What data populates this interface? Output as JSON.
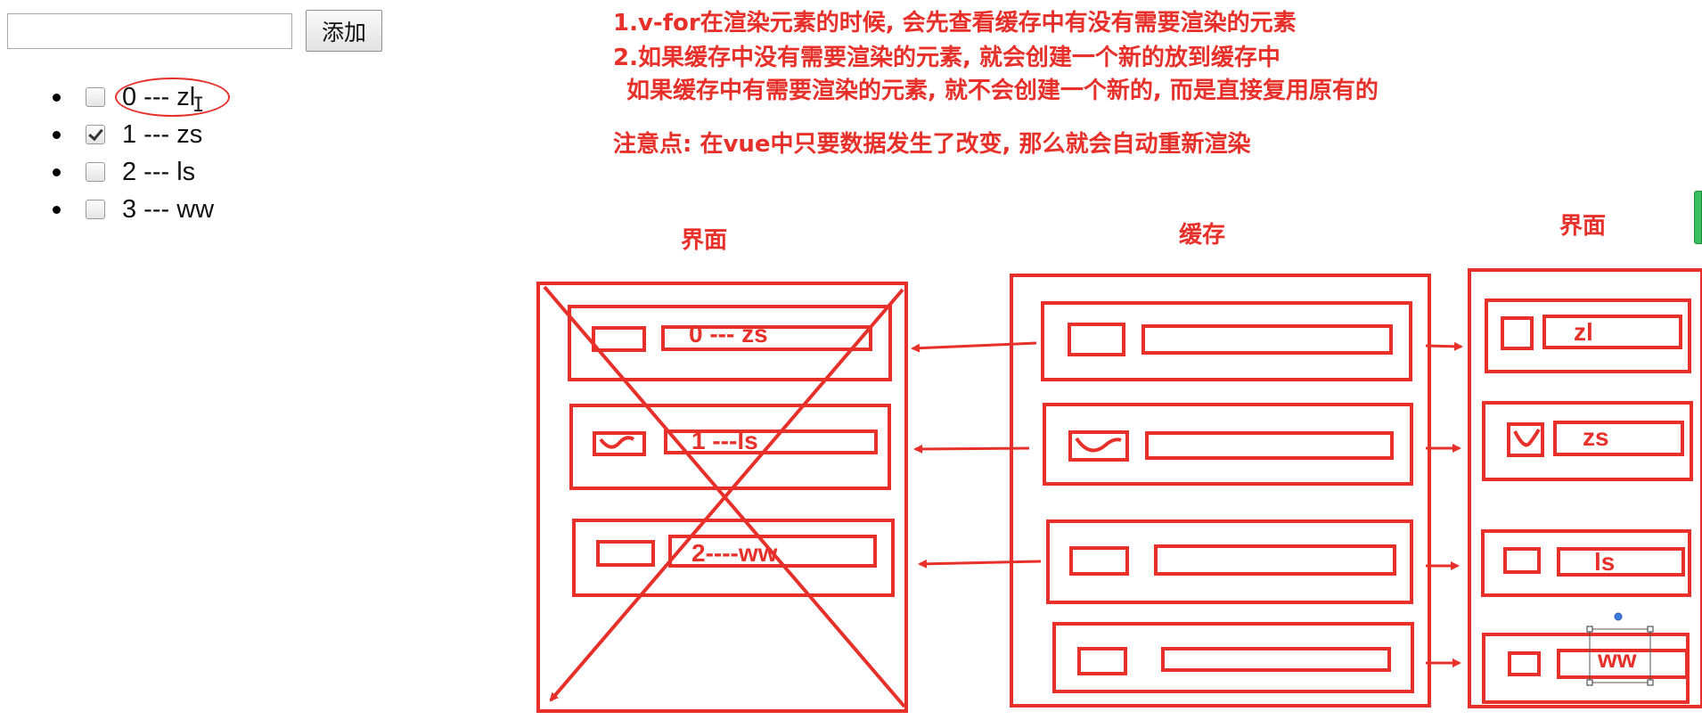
{
  "form": {
    "name_value": "",
    "add_label": "添加"
  },
  "list": {
    "items": [
      {
        "text": "0 --- zl",
        "checked": false
      },
      {
        "text": "1 --- zs",
        "checked": true
      },
      {
        "text": "2 --- ls",
        "checked": false
      },
      {
        "text": "3 --- ww",
        "checked": false
      }
    ]
  },
  "notes": {
    "line1": "1.v-for在渲染元素的时候, 会先查看缓存中有没有需要渲染的元素",
    "line2": "2.如果缓存中没有需要渲染的元素, 就会创建一个新的放到缓存中",
    "line3": "如果缓存中有需要渲染的元素, 就不会创建一个新的, 而是直接复用原有的",
    "line4": "注意点: 在vue中只要数据发生了改变, 那么就会自动重新渲染"
  },
  "diagram": {
    "left_title": "界面",
    "middle_title": "缓存",
    "right_title": "界面",
    "left_labels": [
      "0 --- zs",
      "1 ---ls",
      "2----ww"
    ],
    "right_labels": [
      "zl",
      "zs",
      "ls",
      "ww"
    ]
  },
  "colors": {
    "annotation": "#e8302a",
    "scroll_thumb": "#3ac060"
  }
}
